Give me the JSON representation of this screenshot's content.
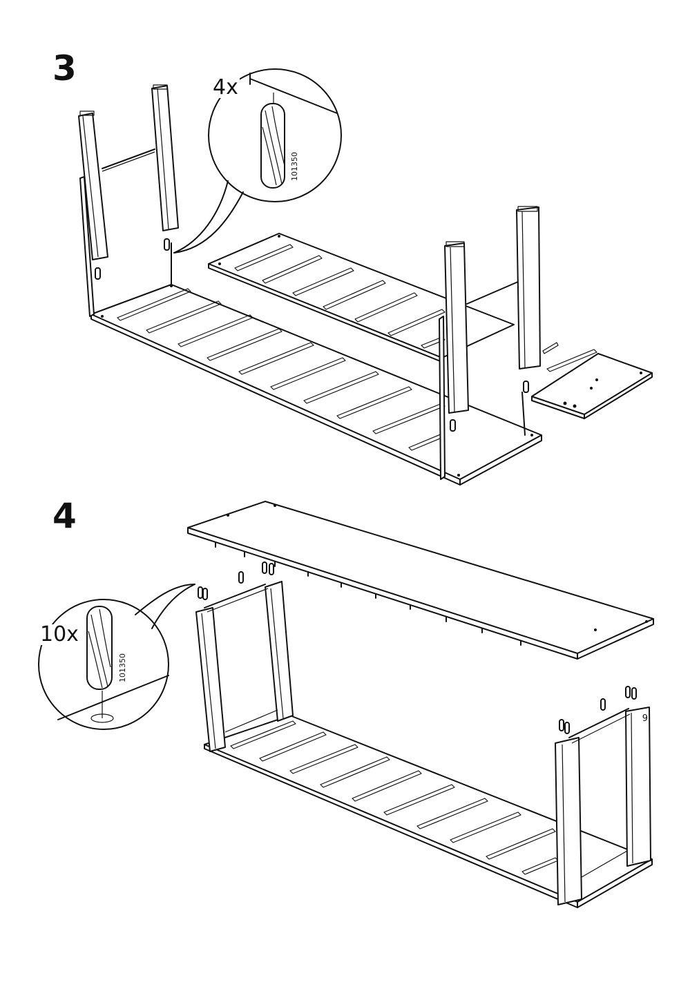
{
  "steps": [
    {
      "number": "3",
      "quantity": "4x",
      "part_number": "101350"
    },
    {
      "number": "4",
      "quantity": "10x",
      "part_number": "101350"
    }
  ],
  "page_number": "9",
  "icons": [
    "wooden-dowel-icon",
    "magnifier-callout-icon"
  ]
}
